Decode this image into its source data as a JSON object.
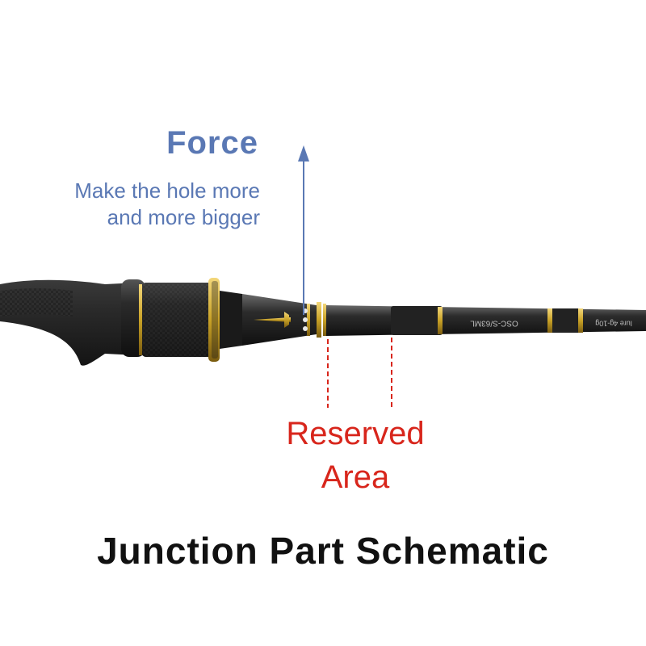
{
  "force": {
    "title": "Force",
    "description_lines": [
      "Make the hole more",
      "and more bigger"
    ]
  },
  "reserved_area": {
    "lines": [
      "Reserved",
      "Area"
    ]
  },
  "rod_print": {
    "model": "OSC-S/63ML",
    "lure_spec": "lure 4g-10g"
  },
  "caption": "Junction Part Schematic",
  "colors": {
    "force_blue": "#5a78b4",
    "reserved_red": "#d8261c",
    "caption_black": "#111111",
    "gold_accent": "#c9a227",
    "rod_black": "#1c1c1c"
  }
}
